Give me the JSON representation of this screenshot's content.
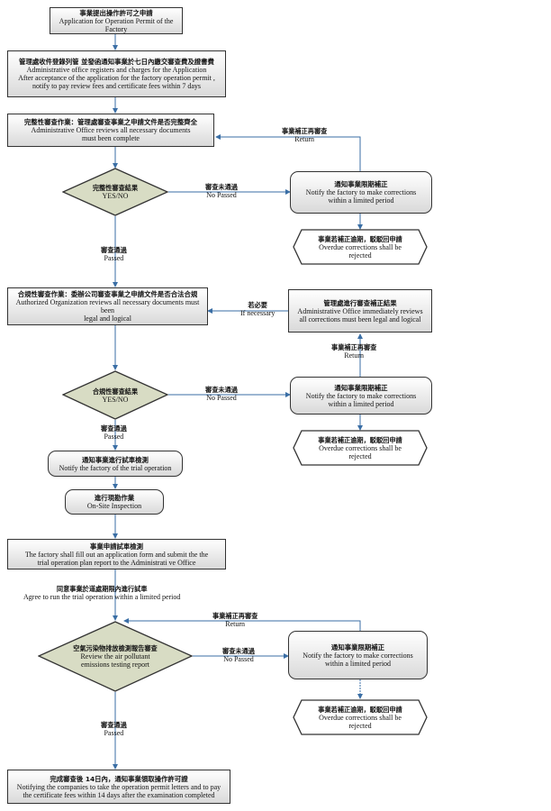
{
  "steps": {
    "apply": {
      "zh": "事業提出操作許可之申請",
      "en": "Application for Operation Permit of the Factory"
    },
    "register": {
      "zh": "管理處收件登錄列管 並發函通知事業於七日內繳交審查費及證書費",
      "en1": "Administrative office registers and charges for the Application",
      "en2": "After acceptance of the application for the factory operation permit ,",
      "en3": "notify to pay review fees and certificate fees within 7 days"
    },
    "completeness": {
      "zh": "完整性審查作業：管理處審查事業之申請文件是否完整齊全",
      "en1": "Administrative Office reviews all necessary documents",
      "en2": "must been complete"
    },
    "legality": {
      "zh": "合規性審查作業：委辦公司審查事業之申請文件是否合法合規",
      "en1": "Authorized Organization reviews all necessary documents must been",
      "en2": "legal and logical"
    },
    "notify_trial": {
      "zh": "通知事業進行試車檢測",
      "en": "Notify the factory of the trial operation"
    },
    "onsite": {
      "zh": "進行現勘作業",
      "en": "On-Site Inspection"
    },
    "trial_apply": {
      "zh": "事業申請試車檢測",
      "en1": "The factory shall fill out an application form and submit the the",
      "en2": "trial operation plan report to the Administrati ve Office"
    },
    "agree": {
      "zh": "同意事業於道處期限內進行試車",
      "en": "Agree to run the trial operation within a limited period"
    },
    "final": {
      "zh": "完成審查後 14日內，通知事業領取操作許可證",
      "en1": "Notifying the companies to take the operation permit letters and to pay",
      "en2": "the certificate fees within 14 days after the examination completed"
    }
  },
  "decisions": {
    "d1": {
      "zh": "完整性審查結果",
      "en": "YES/NO"
    },
    "d2": {
      "zh": "合規性審查結果",
      "en": "YES/NO"
    },
    "d3": {
      "zh": "空氣污染物排放檢測報告審查",
      "en1": "Review the air pollutant",
      "en2": "emissions testing report"
    }
  },
  "corrections": {
    "c1": {
      "zh": "通知事業限期補正",
      "en1": "Notify the factory to make corrections",
      "en2": "within a limited period"
    },
    "c2": {
      "zh": "通知事業限期補正",
      "en1": "Notify the factory to make corrections",
      "en2": "within a limited period"
    },
    "c3": {
      "zh": "通知事業限期補正",
      "en1": "Notify the factory to make corrections",
      "en2": "within a limited period"
    },
    "admin": {
      "zh": "管理處進行審查補正結果",
      "en1": "Administrative Office immediately reviews",
      "en2": "all corrections must been legal and logical"
    }
  },
  "rejections": {
    "r1": {
      "zh": "事業若補正逾期，駁駁回申請",
      "en1": "Overdue corrections shall be",
      "en2": "rejected"
    },
    "r2": {
      "zh": "事業若補正逾期，駁駁回申請",
      "en1": "Overdue corrections shall be",
      "en2": "rejected"
    },
    "r3": {
      "zh": "事業若補正逾期，駁駁回申請",
      "en1": "Overdue corrections shall be",
      "en2": "rejected"
    }
  },
  "labels": {
    "not_passed_zh": "審查未通過",
    "not_passed_en": "No Passed",
    "passed_zh": "審查通過",
    "passed_en": "Passed",
    "return_zh": "事業補正再審查",
    "return_en": "Return",
    "if_necessary_zh": "若必要",
    "if_necessary_en": "If necessary"
  }
}
